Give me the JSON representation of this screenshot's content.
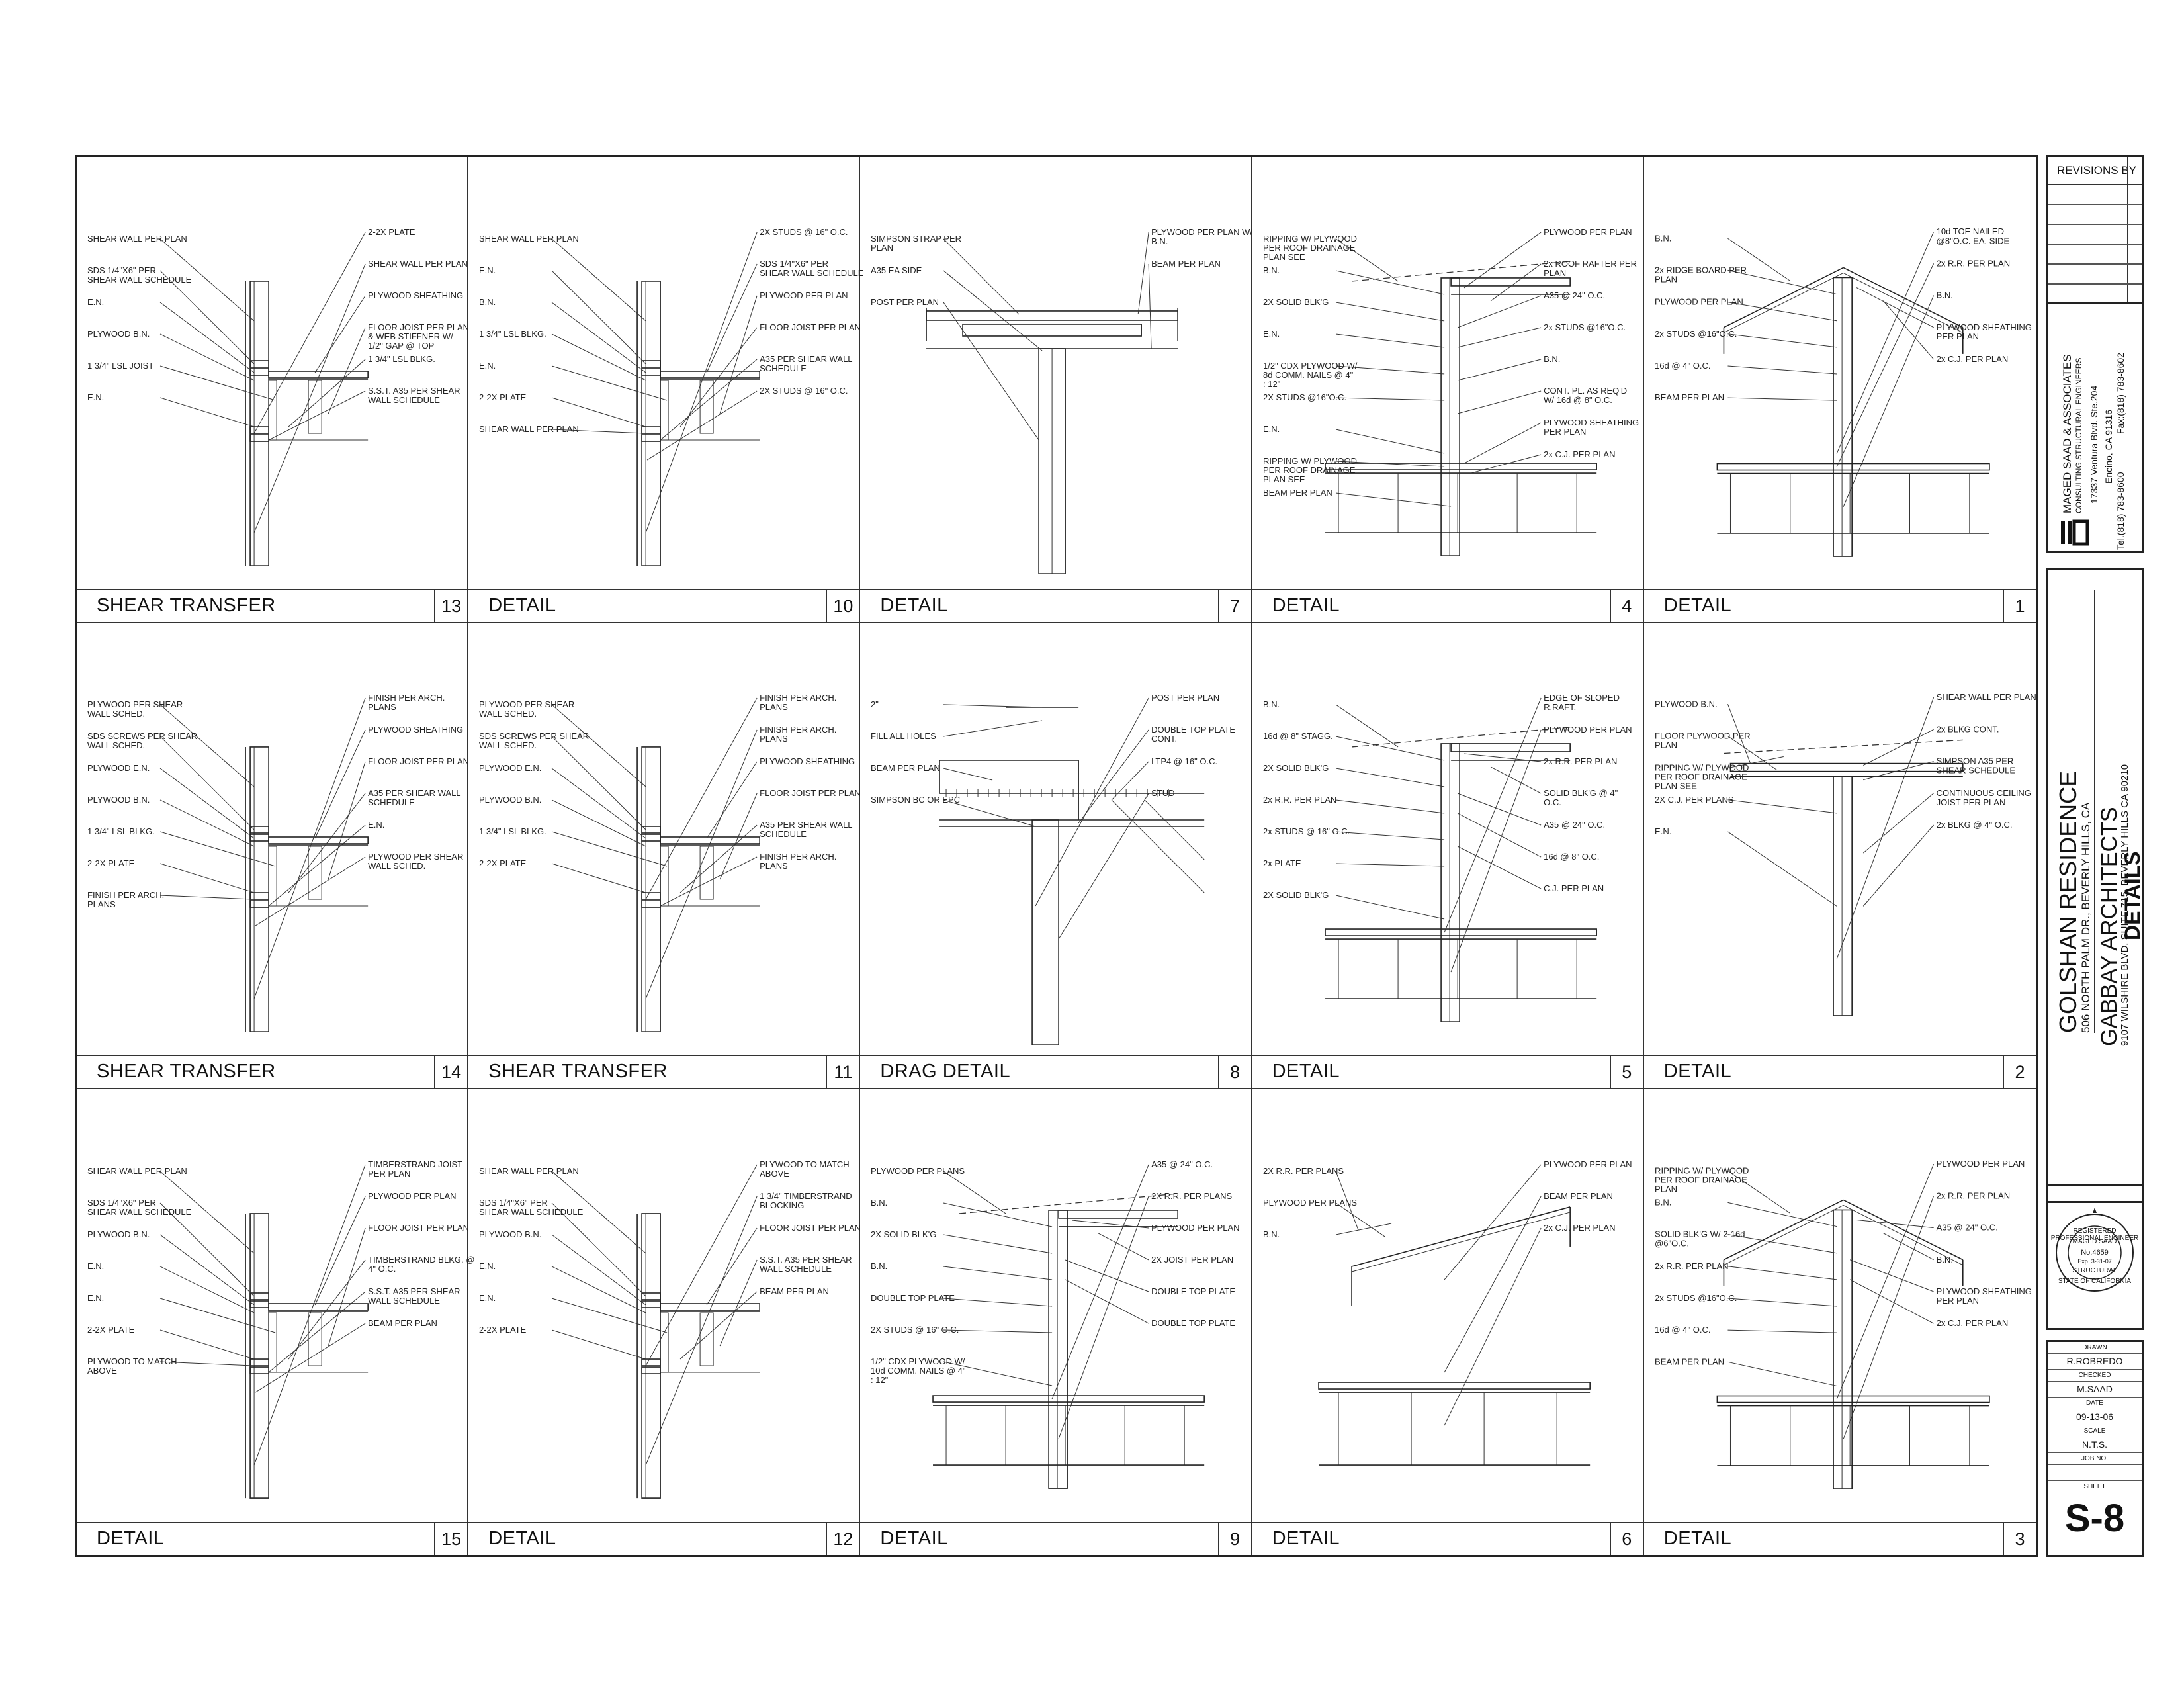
{
  "details": [
    {
      "label": "SHEAR TRANSFER",
      "number": "13",
      "type": "wall-joist",
      "notes": [
        "SHEAR WALL PER PLAN",
        "SDS 1/4\"X6\" PER SHEAR WALL SCHEDULE",
        "E.N.",
        "PLYWOOD B.N.",
        "1 3/4\" LSL JOIST",
        "E.N.",
        "2-2X PLATE",
        "SHEAR WALL PER PLAN",
        "PLYWOOD SHEATHING",
        "FLOOR JOIST PER PLAN & WEB STIFFNER W/ 1/2\" GAP @ TOP",
        "1 3/4\" LSL BLKG.",
        "S.S.T. A35 PER SHEAR WALL SCHEDULE"
      ]
    },
    {
      "label": "DETAIL",
      "number": "10",
      "type": "wall-joist",
      "notes": [
        "SHEAR WALL PER PLAN",
        "E.N.",
        "B.N.",
        "1 3/4\" LSL BLKG.",
        "E.N.",
        "2-2X PLATE",
        "SHEAR WALL PER PLAN",
        "2X STUDS @ 16\" O.C.",
        "SDS 1/4\"X6\" PER SHEAR WALL SCHEDULE",
        "PLYWOOD PER PLAN",
        "FLOOR JOIST PER PLAN",
        "A35 PER SHEAR WALL SCHEDULE",
        "2X STUDS @ 16\" O.C."
      ]
    },
    {
      "label": "DETAIL",
      "number": "7",
      "type": "beam-post",
      "notes": [
        "SIMPSON STRAP PER PLAN",
        "A35 EA SIDE",
        "POST PER PLAN",
        "PLYWOOD PER PLAN W/ B.N.",
        "BEAM PER PLAN"
      ]
    },
    {
      "label": "DETAIL",
      "number": "4",
      "type": "roof-wall",
      "notes": [
        "RIPPING W/ PLYWOOD PER ROOF DRAINAGE PLAN SEE",
        "B.N.",
        "2X SOLID BLK'G",
        "E.N.",
        "1/2\" CDX PLYWOOD W/ 8d COMM. NAILS @ 4\" : 12\"",
        "2X STUDS @16\"O.C.",
        "E.N.",
        "RIPPING W/ PLYWOOD PER ROOF DRAINAGE PLAN SEE",
        "BEAM PER PLAN",
        "PLYWOOD PER PLAN",
        "2x ROOF RAFTER PER PLAN",
        "A35 @ 24\" O.C.",
        "2x STUDS @16\"O.C.",
        "B.N.",
        "CONT. PL. AS REQ'D W/ 16d @ 8\" O.C.",
        "PLYWOOD SHEATHING PER PLAN",
        "2x C.J. PER PLAN"
      ]
    },
    {
      "label": "DETAIL",
      "number": "1",
      "type": "ridge",
      "notes": [
        "B.N.",
        "2x RIDGE BOARD PER PLAN",
        "PLYWOOD PER PLAN",
        "2x STUDS @16\"O.C.",
        "16d @ 4\" O.C.",
        "BEAM PER PLAN",
        "10d TOE NAILED @8\"O.C. EA. SIDE",
        "2x R.R. PER PLAN",
        "B.N.",
        "PLYWOOD SHEATHING PER PLAN",
        "2x C.J. PER PLAN"
      ]
    },
    {
      "label": "SHEAR TRANSFER",
      "number": "14",
      "type": "wall-joist",
      "notes": [
        "PLYWOOD PER SHEAR WALL SCHED.",
        "SDS SCREWS PER SHEAR WALL SCHED.",
        "PLYWOOD E.N.",
        "PLYWOOD B.N.",
        "1 3/4\" LSL BLKG.",
        "2-2X PLATE",
        "FINISH PER ARCH. PLANS",
        "FINISH PER ARCH. PLANS",
        "PLYWOOD SHEATHING",
        "FLOOR JOIST PER PLAN",
        "A35 PER SHEAR WALL SCHEDULE",
        "E.N.",
        "PLYWOOD PER SHEAR WALL SCHED."
      ]
    },
    {
      "label": "SHEAR TRANSFER",
      "number": "11",
      "type": "wall-joist",
      "notes": [
        "PLYWOOD PER SHEAR WALL SCHED.",
        "SDS SCREWS PER SHEAR WALL SCHED.",
        "PLYWOOD E.N.",
        "PLYWOOD B.N.",
        "1 3/4\" LSL BLKG.",
        "2-2X PLATE",
        "FINISH PER ARCH. PLANS",
        "FINISH PER ARCH. PLANS",
        "PLYWOOD SHEATHING",
        "FLOOR JOIST PER PLAN",
        "A35 PER SHEAR WALL SCHEDULE",
        "FINISH PER ARCH. PLANS"
      ]
    },
    {
      "label": "DRAG DETAIL",
      "number": "8",
      "type": "drag",
      "notes": [
        "2\"",
        "FILL ALL HOLES",
        "BEAM PER PLAN",
        "SIMPSON BC OR EPC",
        "POST PER PLAN",
        "DOUBLE TOP PLATE CONT.",
        "LTP4 @ 16\" O.C.",
        "STUD"
      ]
    },
    {
      "label": "DETAIL",
      "number": "5",
      "type": "roof-wall",
      "notes": [
        "B.N.",
        "16d @ 8\" STAGG.",
        "2X SOLID BLK'G",
        "2x R.R. PER PLAN",
        "2x STUDS @ 16\" O.C.",
        "2x PLATE",
        "2X SOLID BLK'G",
        "EDGE OF SLOPED R.RAFT.",
        "PLYWOOD PER PLAN",
        "2x R.R. PER PLAN",
        "SOLID BLK'G @ 4\" O.C.",
        "A35 @ 24\" O.C.",
        "16d @ 8\" O.C.",
        "C.J. PER PLAN"
      ]
    },
    {
      "label": "DETAIL",
      "number": "2",
      "type": "ceiling",
      "notes": [
        "PLYWOOD B.N.",
        "FLOOR PLYWOOD PER PLAN",
        "RIPPING W/ PLYWOOD PER ROOF DRAINAGE PLAN SEE",
        "2X C.J. PER PLANS",
        "E.N.",
        "SHEAR WALL PER PLAN",
        "2x BLKG CONT.",
        "SIMPSON A35 PER SHEAR SCHEDULE",
        "CONTINUOUS CEILING JOIST PER PLAN",
        "2x BLKG @ 4\" O.C."
      ]
    },
    {
      "label": "DETAIL",
      "number": "15",
      "type": "wall-joist",
      "notes": [
        "SHEAR WALL PER PLAN",
        "SDS 1/4\"X6\" PER SHEAR WALL SCHEDULE",
        "PLYWOOD B.N.",
        "E.N.",
        "E.N.",
        "2-2X PLATE",
        "PLYWOOD TO MATCH ABOVE",
        "TIMBERSTRAND JOIST PER PLAN",
        "PLYWOOD PER PLAN",
        "FLOOR JOIST PER PLAN",
        "TIMBERSTRAND BLKG. @ 4\" O.C.",
        "S.S.T. A35 PER SHEAR WALL SCHEDULE",
        "BEAM PER PLAN"
      ]
    },
    {
      "label": "DETAIL",
      "number": "12",
      "type": "wall-joist",
      "notes": [
        "SHEAR WALL PER PLAN",
        "SDS 1/4\"X6\" PER SHEAR WALL SCHEDULE",
        "PLYWOOD B.N.",
        "E.N.",
        "E.N.",
        "2-2X PLATE",
        "PLYWOOD TO MATCH ABOVE",
        "1 3/4\" TIMBERSTRAND BLOCKING",
        "FLOOR JOIST PER PLAN",
        "S.S.T. A35 PER SHEAR WALL SCHEDULE",
        "BEAM PER PLAN"
      ]
    },
    {
      "label": "DETAIL",
      "number": "9",
      "type": "eave",
      "notes": [
        "PLYWOOD PER PLANS",
        "B.N.",
        "2X SOLID BLK'G",
        "B.N.",
        "DOUBLE TOP PLATE",
        "2X STUDS @ 16\" O.C.",
        "1/2\" CDX PLYWOOD W/ 10d COMM. NAILS @ 4\" : 12\"",
        "A35 @ 24\" O.C.",
        "2X R.R. PER PLANS",
        "PLYWOOD PER PLAN",
        "2X JOIST PER PLAN",
        "DOUBLE TOP PLATE",
        "DOUBLE TOP PLATE"
      ]
    },
    {
      "label": "DETAIL",
      "number": "6",
      "type": "ceiling-only",
      "notes": [
        "2X R.R. PER PLANS",
        "PLYWOOD PER PLANS",
        "B.N.",
        "PLYWOOD PER PLAN",
        "BEAM PER PLAN",
        "2x C.J. PER PLAN"
      ]
    },
    {
      "label": "DETAIL",
      "number": "3",
      "type": "ridge",
      "notes": [
        "RIPPING W/ PLYWOOD PER ROOF DRAINAGE PLAN",
        "B.N.",
        "SOLID BLK'G W/ 2-16d @6\"O.C.",
        "2x R.R. PER PLAN",
        "2x STUDS @16\"O.C.",
        "16d @ 4\" O.C.",
        "BEAM PER PLAN",
        "PLYWOOD PER PLAN",
        "2x R.R. PER PLAN",
        "A35 @ 24\" O.C.",
        "B.N.",
        "PLYWOOD SHEATHING PER PLAN",
        "2x C.J. PER PLAN"
      ]
    }
  ],
  "revisions": {
    "header": "REVISIONS",
    "by": "BY"
  },
  "firm": {
    "name": "MAGED SAAD & ASSOCIATES",
    "subtitle": "CONSULTING STRUCTURAL ENGINEERS",
    "address": "17337 Ventura Blvd. Ste.204",
    "city": "Encino, CA 91316",
    "tel": "Tel.(818) 783-8600",
    "fax": "Fax:(818) 783-8602"
  },
  "project": {
    "title": "GOLSHAN  RESIDENCE",
    "address": "506 NORTH PALM DR., BEVERLY HILLS, CA",
    "architect": "GABBAY ARCHITECTS",
    "arch_address": "9107 WILSHIRE BLVD. SUITE 715, BEVERLY HILLS CA 90210",
    "sheet_title": "DETAILS"
  },
  "seal": {
    "top": "REGISTERED PROFESSIONAL ENGINEER",
    "name": "MAGED SAAD",
    "no": "No.4659",
    "exp": "Exp. 3-31-07",
    "bottom": "STATE OF CALIFORNIA",
    "discipline": "STRUCTURAL"
  },
  "info": {
    "drawn_label": "DRAWN",
    "drawn": "R.ROBREDO",
    "checked_label": "CHECKED",
    "checked": "M.SAAD",
    "date_label": "DATE",
    "date": "09-13-06",
    "scale_label": "SCALE",
    "scale": "N.T.S.",
    "job_label": "JOB NO.",
    "job": "",
    "sheet_label": "SHEET",
    "sheet": "S-8"
  }
}
